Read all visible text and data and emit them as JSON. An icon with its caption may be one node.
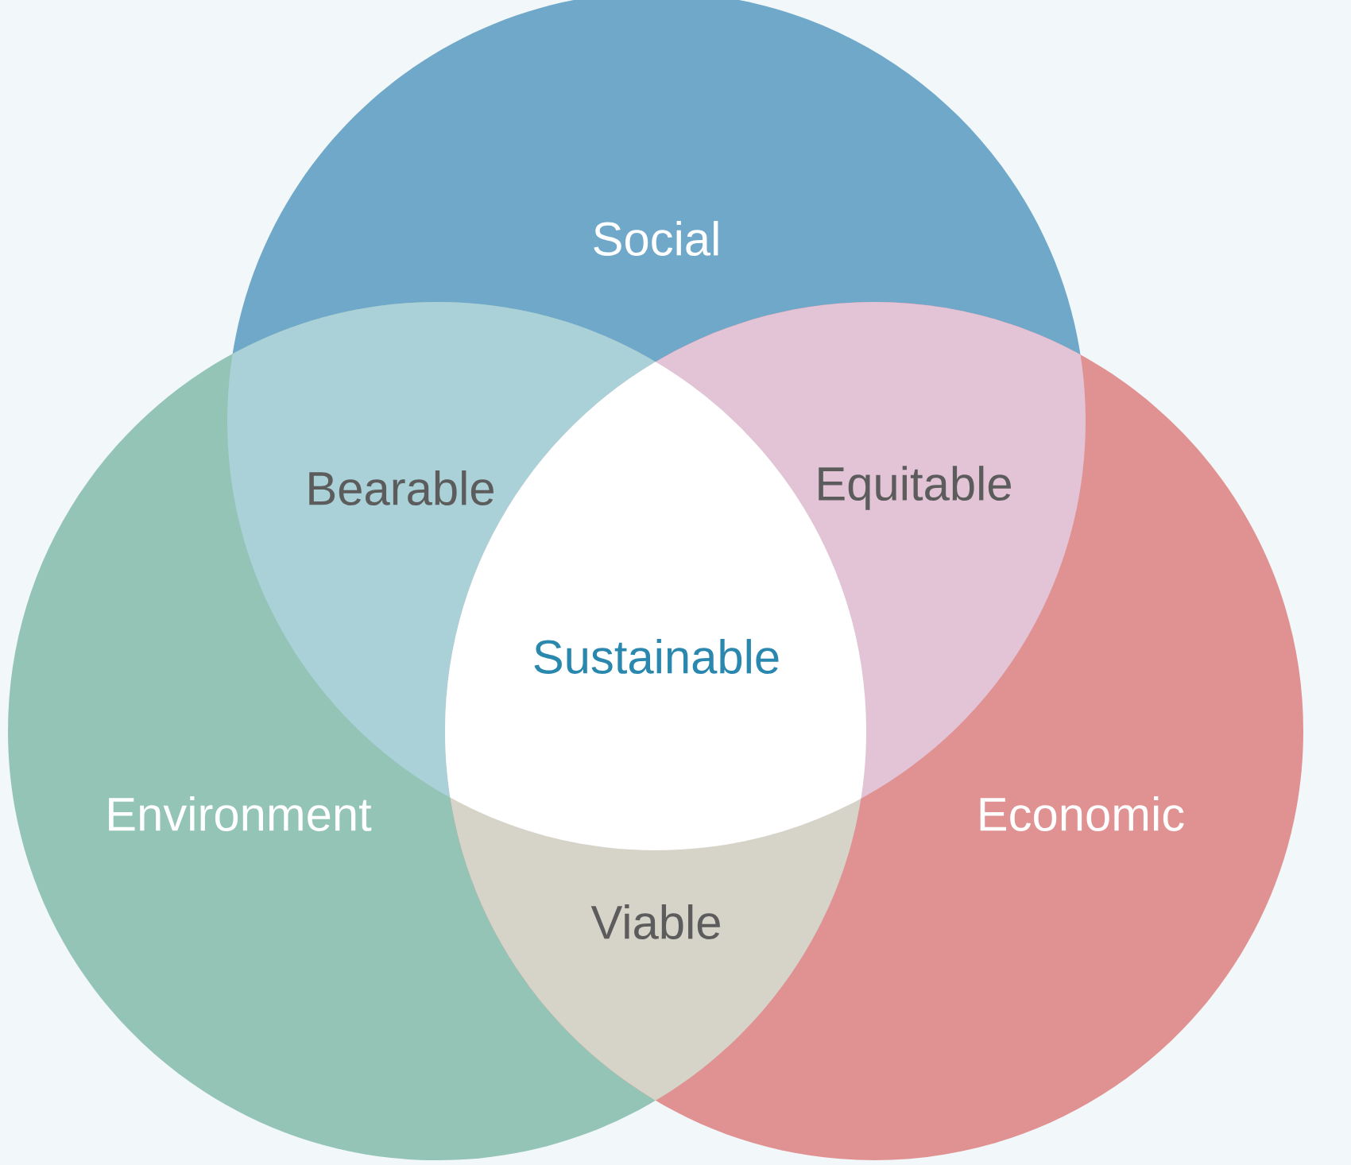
{
  "diagram": {
    "nodes": [
      {
        "text": [
          "Social"
        ]
      },
      {
        "text": [
          "Environment"
        ]
      },
      {
        "text": [
          "Economic"
        ]
      },
      {
        "text": [
          "Bearable"
        ]
      },
      {
        "text": [
          "Equitable"
        ]
      },
      {
        "text": [
          "Sustainable"
        ]
      },
      {
        "text": [
          "Viable"
        ]
      }
    ]
  }
}
